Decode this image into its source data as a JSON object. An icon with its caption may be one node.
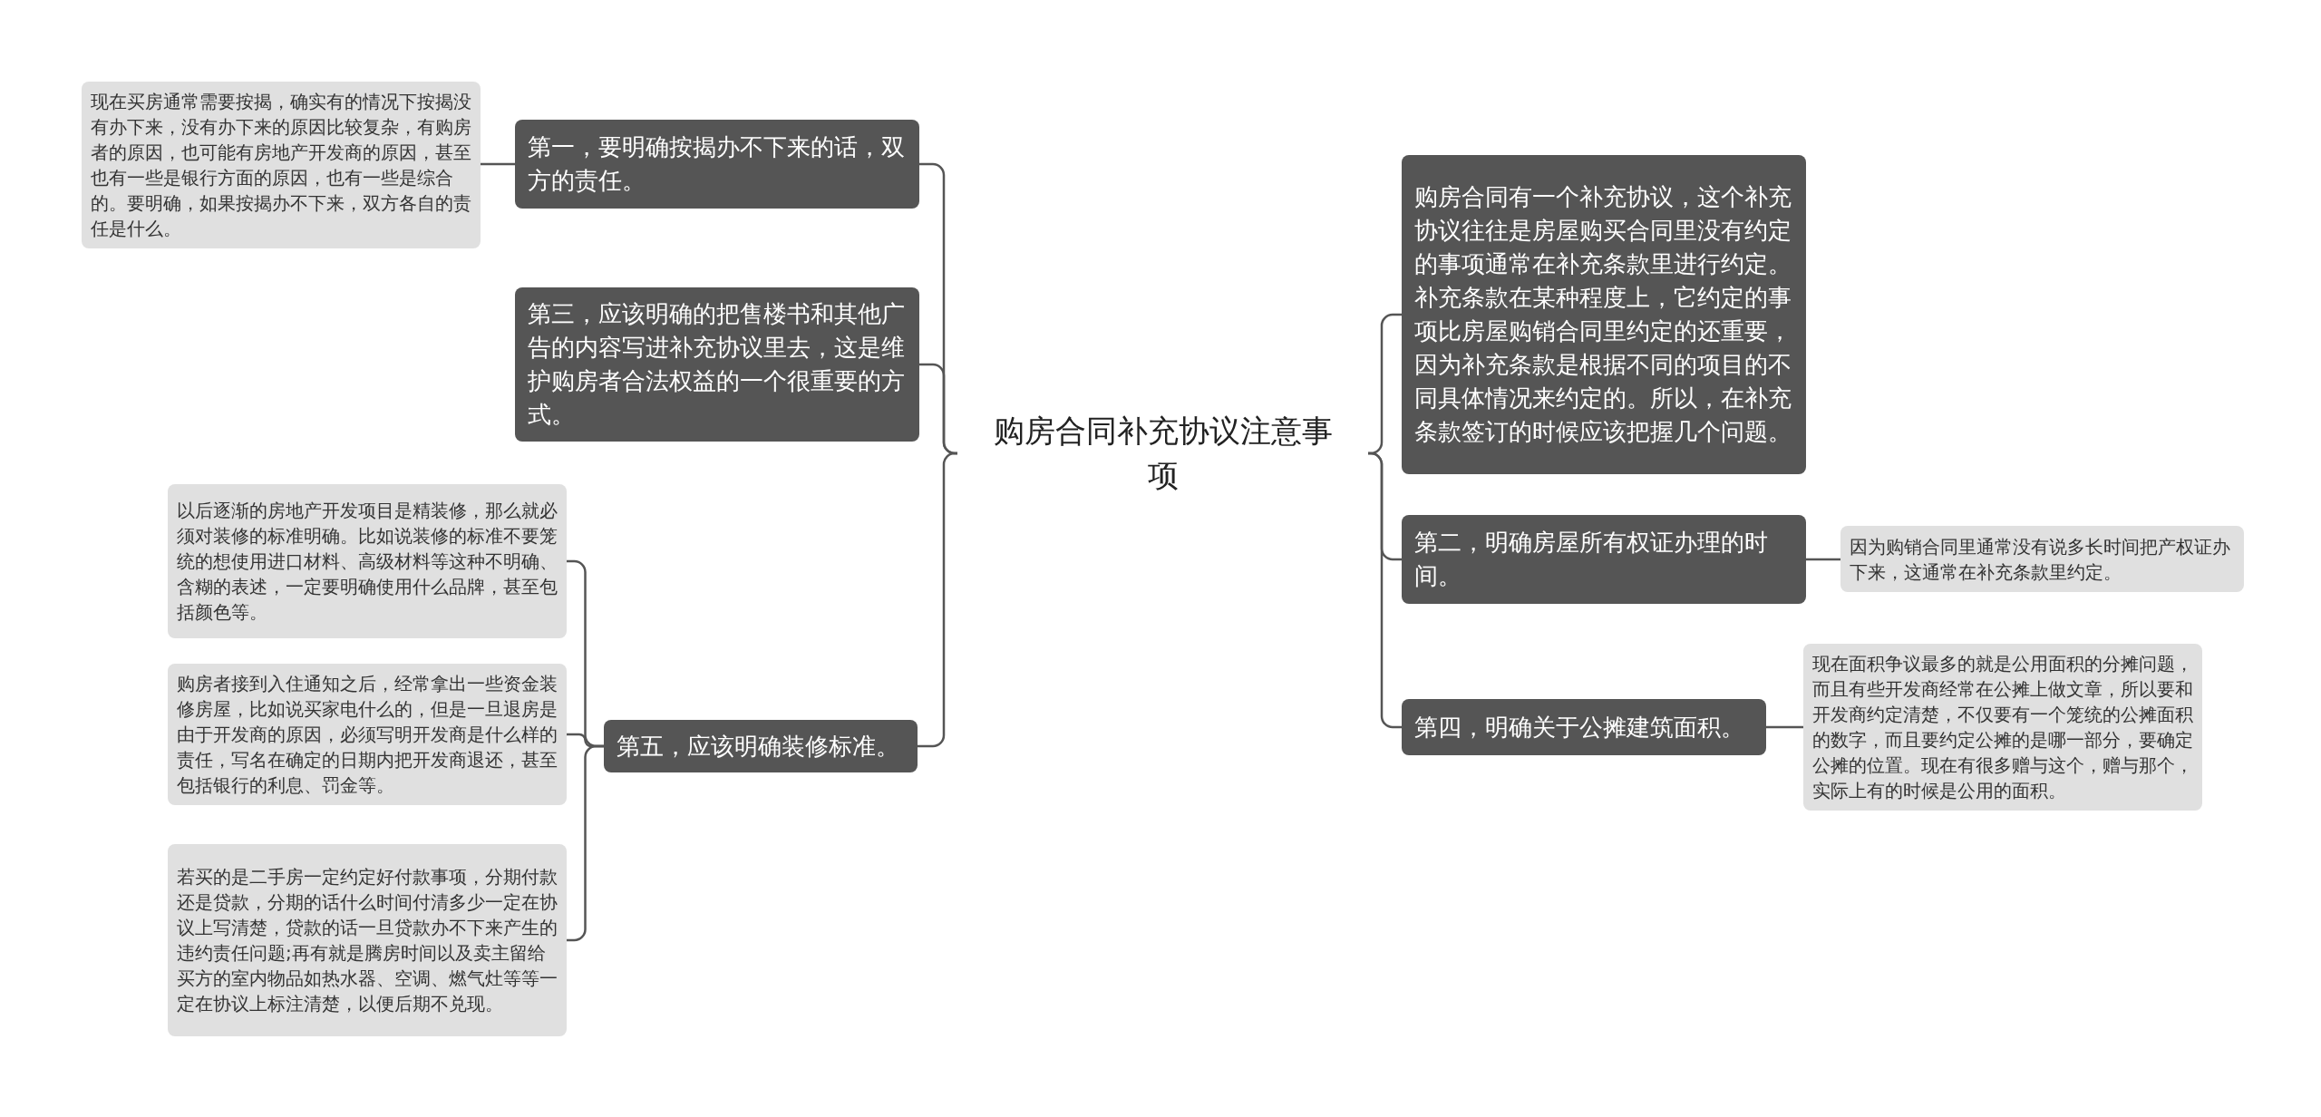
{
  "diagram": {
    "nodes": [
      {
        "text": [
          "购房合同补充协议注意事项"
        ]
      },
      {
        "text": [
          "第一，要明确按揭办不下来的话，双方的责任。"
        ]
      },
      {
        "text": [
          "现在买房通常需要按揭，确实有的情况下按揭没有办下来，没有办下来的原因比较复杂，有购房者的原因，也可能有房地产开发商的原因，甚至也有一些是银行方面的原因，也有一些是综合的。要明确，如果按揭办不下来，双方各自的责任是什么。"
        ]
      },
      {
        "text": [
          "第三，应该明确的把售楼书和其他广告的内容写进补充协议里去，这是维护购房者合法权益的一个很重要的方式。"
        ]
      },
      {
        "text": [
          "第五，应该明确装修标准。"
        ]
      },
      {
        "text": [
          "以后逐渐的房地产开发项目是精装修，那么就必须对装修的标准明确。比如说装修的标准不要笼统的想使用进口材料、高级材料等这种不明确、含糊的表述，一定要明确使用什么品牌，甚至包括颜色等。"
        ]
      },
      {
        "text": [
          "购房者接到入住通知之后，经常拿出一些资金装修房屋，比如说买家电什么的，但是一旦退房是由于开发商的原因，必须写明开发商是什么样的责任，写名在确定的日期内把开发商退还，甚至包括银行的利息、罚金等。"
        ]
      },
      {
        "text": [
          "若买的是二手房一定约定好付款事项，分期付款还是贷款，分期的话什么时间付清多少一定在协议上写清楚，贷款的话一旦贷款办不下来产生的违约责任问题;再有就是腾房时间以及卖主留给买方的室内物品如热水器、空调、燃气灶等等一定在协议上标注清楚，以便后期不兑现。"
        ]
      },
      {
        "text": [
          "购房合同有一个补充协议，这个补充协议往往是房屋购买合同里没有约定的事项通常在补充条款里进行约定。补充条款在某种程度上，它约定的事项比房屋购销合同里约定的还重要，因为补充条款是根据不同的项目的不同具体情况来约定的。所以，在补充条款签订的时候应该把握几个问题。"
        ]
      },
      {
        "text": [
          "第二，明确房屋所有权证办理的时间。"
        ]
      },
      {
        "text": [
          "因为购销合同里通常没有说多长时间把产权证办下来，这通常在补充条款里约定。"
        ]
      },
      {
        "text": [
          "第四，明确关于公摊建筑面积。"
        ]
      },
      {
        "text": [
          "现在面积争议最多的就是公用面积的分摊问题，而且有些开发商经常在公摊上做文章，所以要和开发商约定清楚，不仅要有一个笼统的公摊面积的数字，而且要约定公摊的是哪一部分，要确定公摊的位置。现在有很多赠与这个，赠与那个，实际上有的时候是公用的面积。"
        ]
      }
    ],
    "edges": [
      {
        "from": 0,
        "to": 1,
        "arrow": "none"
      },
      {
        "from": 0,
        "to": 3,
        "arrow": "none"
      },
      {
        "from": 0,
        "to": 4,
        "arrow": "none"
      },
      {
        "from": 0,
        "to": 8,
        "arrow": "none"
      },
      {
        "from": 0,
        "to": 9,
        "arrow": "none"
      },
      {
        "from": 0,
        "to": 11,
        "arrow": "none"
      },
      {
        "from": 1,
        "to": 2,
        "arrow": "none"
      },
      {
        "from": 4,
        "to": 5,
        "arrow": "none"
      },
      {
        "from": 4,
        "to": 6,
        "arrow": "none"
      },
      {
        "from": 4,
        "to": 7,
        "arrow": "none"
      },
      {
        "from": 9,
        "to": 10,
        "arrow": "none"
      },
      {
        "from": 11,
        "to": 12,
        "arrow": "none"
      }
    ]
  }
}
